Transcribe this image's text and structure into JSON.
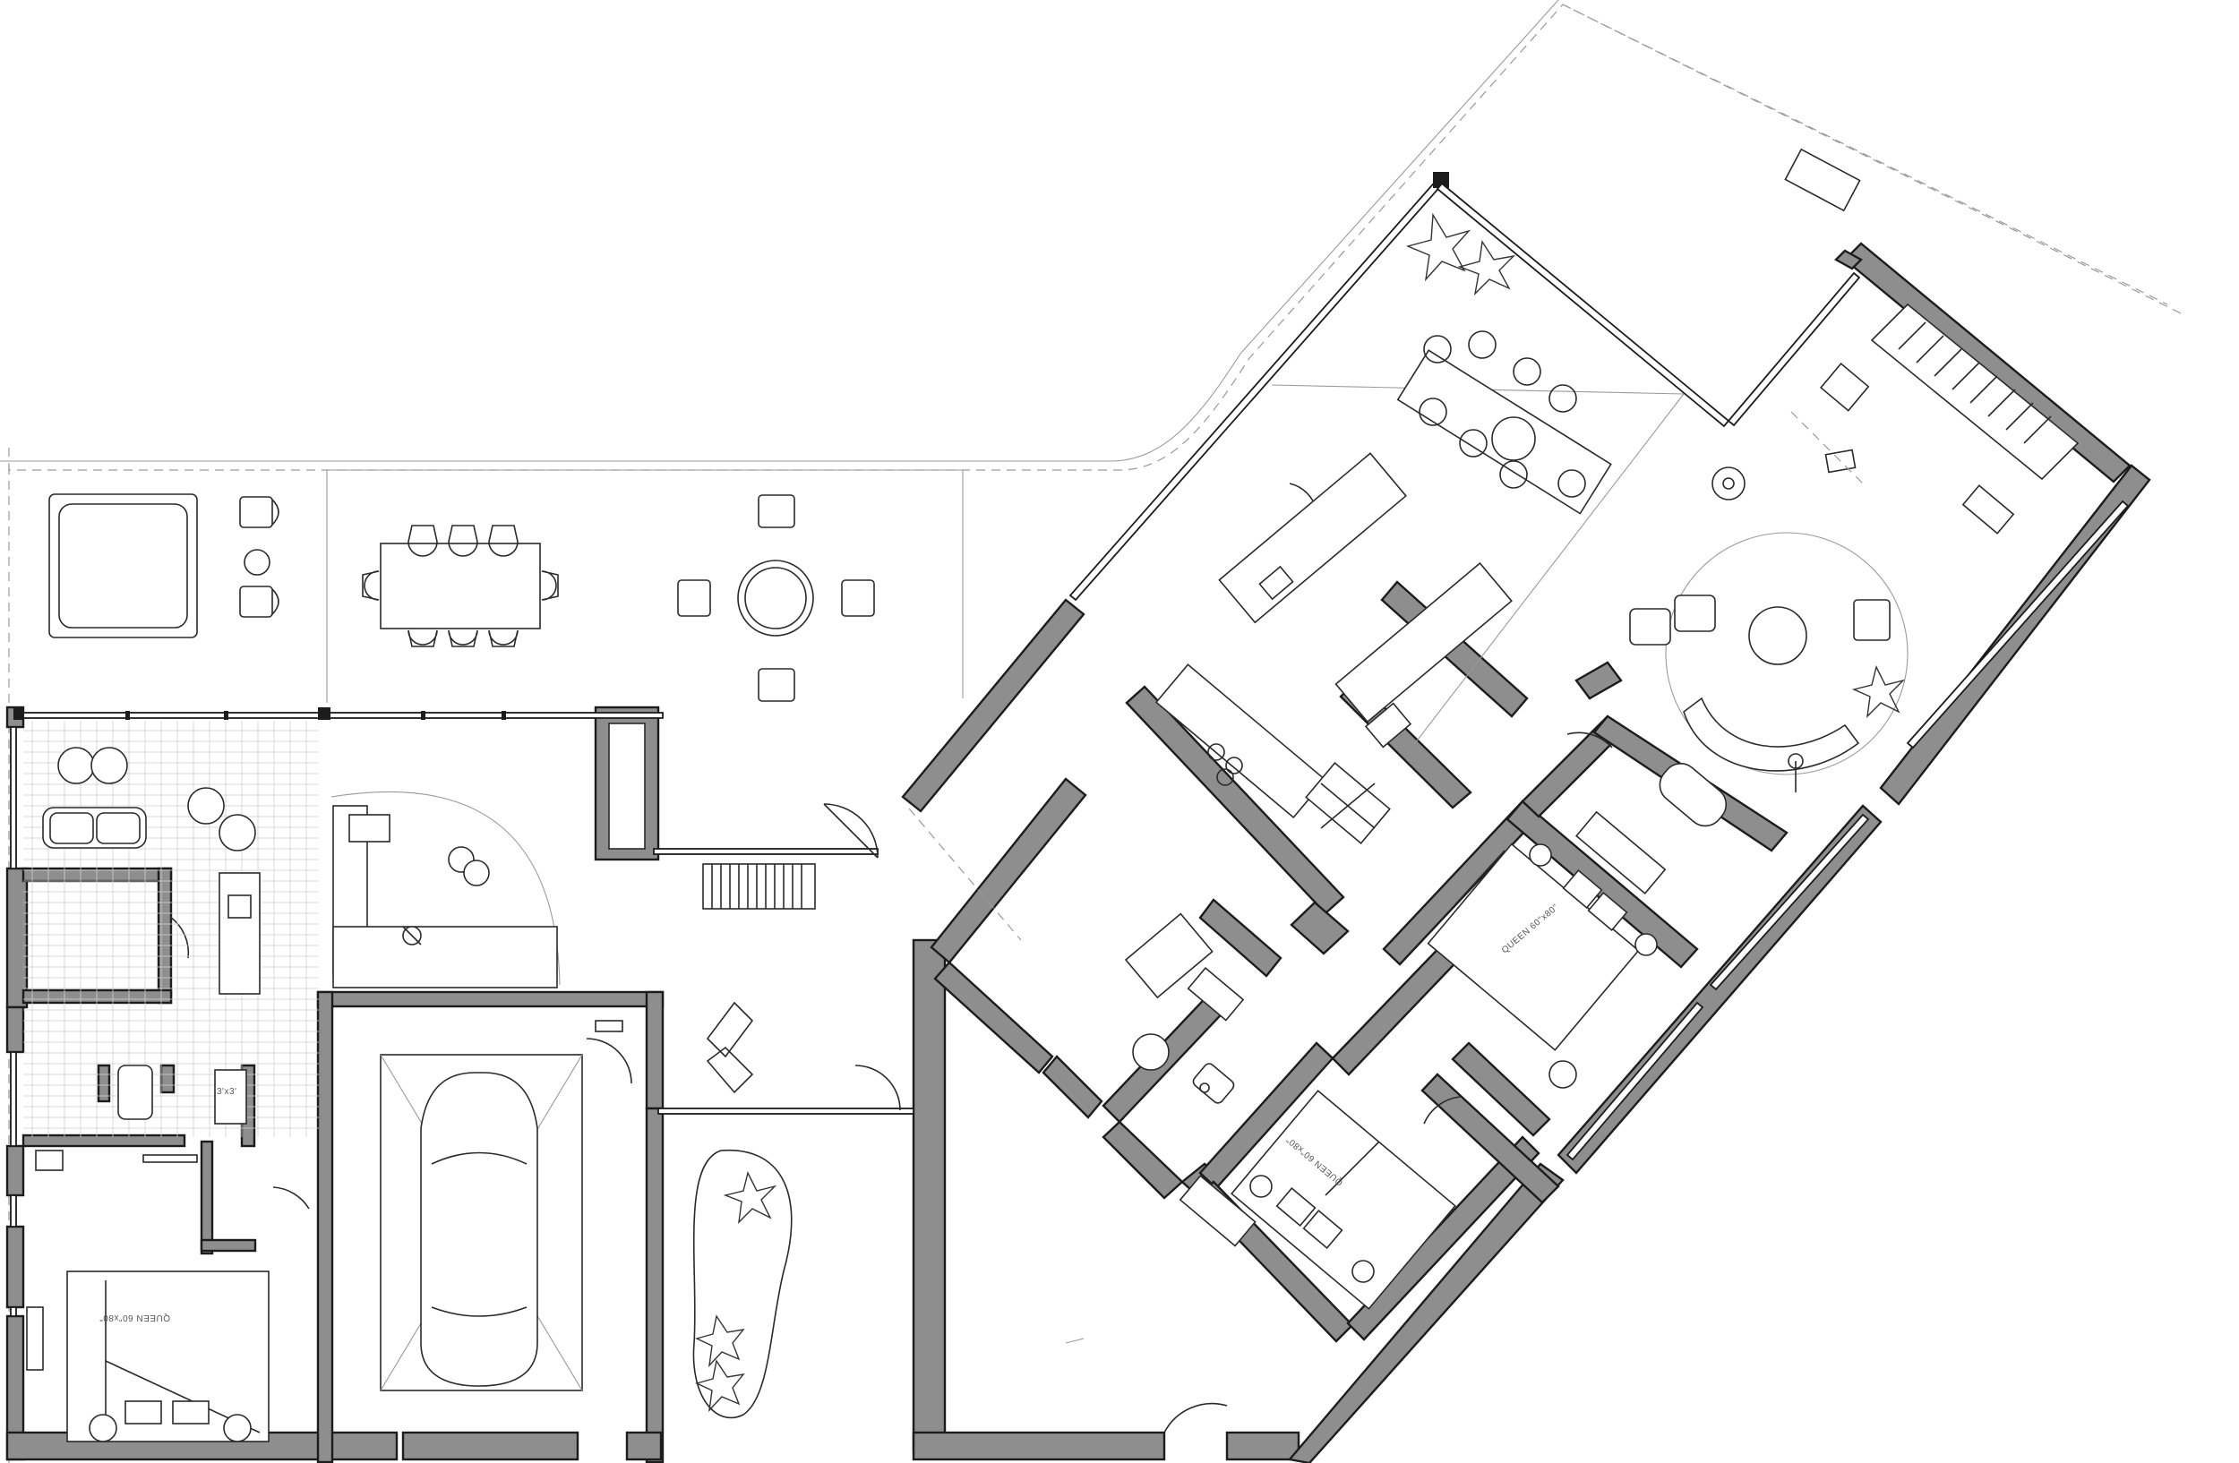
{
  "plan": {
    "bed_labels": {
      "bedroom_left": "QUEEN 60\"x80\"",
      "bedroom_center": "QUEEN 60\"x80\"",
      "bedroom_right": "QUEEN 60\"x80\""
    },
    "shower_label": "3'x3'"
  }
}
